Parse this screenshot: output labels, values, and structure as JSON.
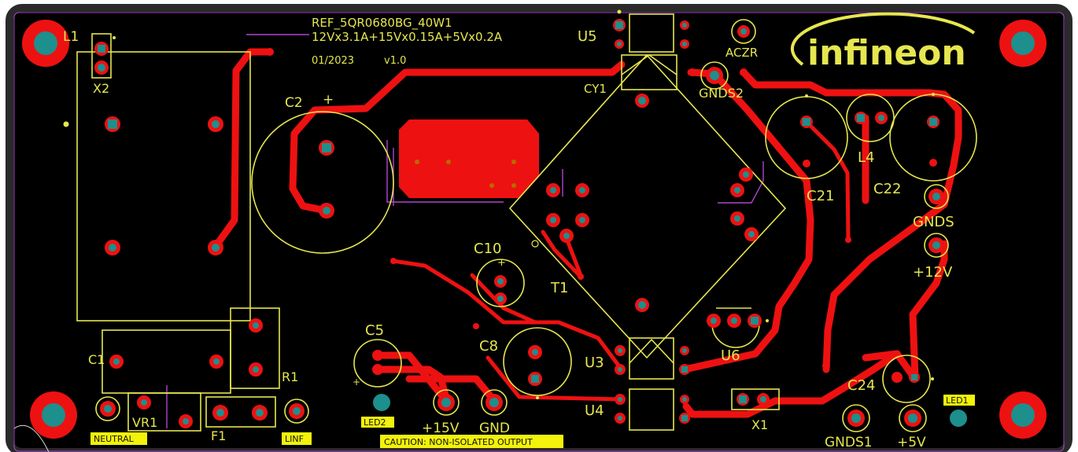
{
  "board": {
    "title_line1": "REF_5QR0680BG_40W1",
    "title_line2": "12Vx3.1A+15Vx0.15A+5Vx0.2A",
    "date": "01/2023",
    "version": "v1.0",
    "logo_text": "infineon"
  },
  "designators": {
    "L1": "L1",
    "X2": "X2",
    "C2": "C2",
    "CY1": "CY1",
    "U5": "U5",
    "ACZR": "ACZR",
    "GNDS2": "GNDS2",
    "C21": "C21",
    "L4": "L4",
    "C22": "C22",
    "GNDS": "GNDS",
    "P12V": "+12V",
    "C10": "C10",
    "T1": "T1",
    "C5": "C5",
    "C8": "C8",
    "U3": "U3",
    "U6": "U6",
    "C1": "C1",
    "R1": "R1",
    "VR1": "VR1",
    "F1": "F1",
    "U4": "U4",
    "X1": "X1",
    "C24": "C24",
    "GNDS1": "GNDS1",
    "P5V": "+5V",
    "P15V": "+15V",
    "GND": "GND",
    "plus_c2": "+",
    "plus_c10": "+",
    "plus_c5": "+"
  },
  "tags": {
    "neutral": "NEUTRAL",
    "linf": "LINF",
    "led2": "LED2",
    "led1": "LED1",
    "caution": "CAUTION: NON-ISOLATED OUTPUT"
  },
  "colors": {
    "board": "#000000",
    "silkscreen": "#e6e650",
    "copper": "#ee1111",
    "pad_hole": "#1d8f8c",
    "outline": "#b045d0",
    "frame": "#2a2a2a"
  }
}
